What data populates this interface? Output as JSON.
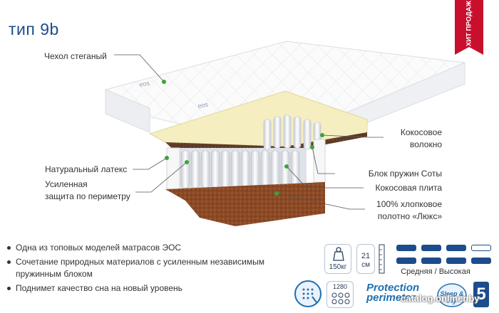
{
  "title": "тип 9b",
  "ribbon": {
    "text": "ХИТ ПРОДАЖ",
    "color": "#c8102e"
  },
  "product_logo": "eos",
  "callouts": {
    "cover": "Чехол стеганый",
    "latex": "Натуральный латекс",
    "perimeter": [
      "Усиленная",
      "защита по периметру"
    ],
    "coconut_fiber": [
      "Кокосовое",
      "волокно"
    ],
    "spring_block": "Блок пружин Соты",
    "coconut_plate": "Кокосовая плита",
    "cotton_cloth": [
      "100% хлопковое",
      "полотно «Люкс»"
    ]
  },
  "bullets": [
    "Одна из топовых моделей матрасов ЭОС",
    "Сочетание природных материалов с усиленным независимым пружинным блоком",
    "Поднимет качество сна на новый уровень"
  ],
  "specs": {
    "max_weight": "150кг",
    "height_value": "21",
    "height_unit": "см",
    "springs": "1280",
    "firmness_label": "Средняя / Высокая",
    "firmness_levels": [
      {
        "side": "top",
        "filled": [
          true,
          true,
          true,
          false
        ]
      },
      {
        "side": "bottom",
        "filled": [
          true,
          true,
          true,
          true
        ]
      }
    ]
  },
  "badges": {
    "protection": [
      "Protection",
      "perimeter"
    ],
    "sleep_fly": "Sleep & Fly",
    "warranty_years": "5"
  },
  "watermark": "catalog.onliner.by",
  "colors": {
    "accent_blue": "#1c4c8c",
    "marker_green": "#3aa33a",
    "coconut_brown": "#8b4a25",
    "latex_cream": "#f5eec0"
  }
}
